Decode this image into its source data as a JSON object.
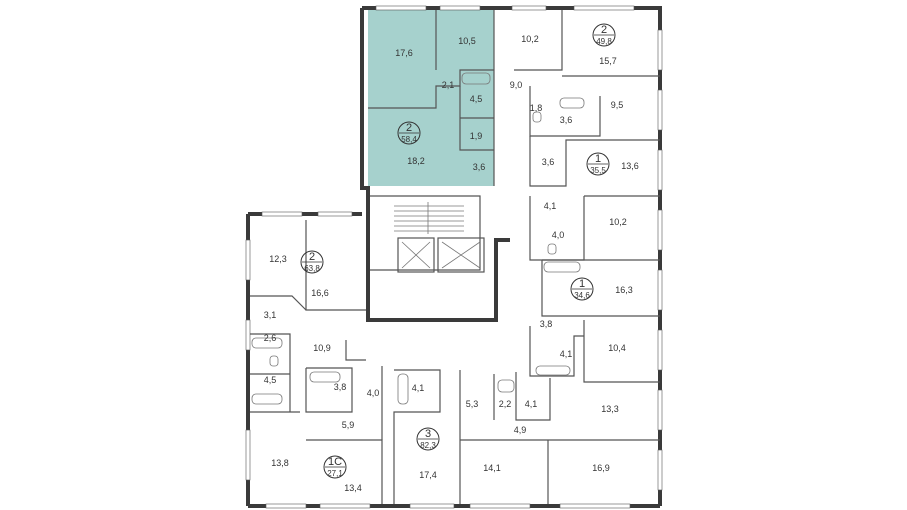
{
  "colors": {
    "highlight": "#a6d1cd",
    "wall": "#3a3a3a",
    "background": "#ffffff"
  },
  "apartments": [
    {
      "id": "a",
      "rooms": "2",
      "area": "58,4"
    },
    {
      "id": "b",
      "rooms": "2",
      "area": "49,8"
    },
    {
      "id": "c",
      "rooms": "1",
      "area": "35,5"
    },
    {
      "id": "d",
      "rooms": "2",
      "area": "63,8"
    },
    {
      "id": "e",
      "rooms": "1",
      "area": "34,6"
    },
    {
      "id": "f",
      "rooms": "3",
      "area": "82,3"
    },
    {
      "id": "g",
      "rooms": "1С",
      "area": "27,1"
    }
  ],
  "room_areas": [
    "17,6",
    "10,5",
    "2,1",
    "4,5",
    "1,9",
    "18,2",
    "3,6",
    "10,2",
    "15,7",
    "9,0",
    "1,8",
    "3,6",
    "9,5",
    "3,6",
    "13,6",
    "4,1",
    "10,2",
    "4,0",
    "12,3",
    "16,6",
    "3,1",
    "2,6",
    "10,9",
    "4,5",
    "16,3",
    "3,8",
    "10,4",
    "4,1",
    "3,8",
    "4,0",
    "4,1",
    "5,3",
    "2,2",
    "4,1",
    "5,9",
    "13,3",
    "4,9",
    "13,8",
    "13,4",
    "17,4",
    "14,1",
    "16,9"
  ]
}
